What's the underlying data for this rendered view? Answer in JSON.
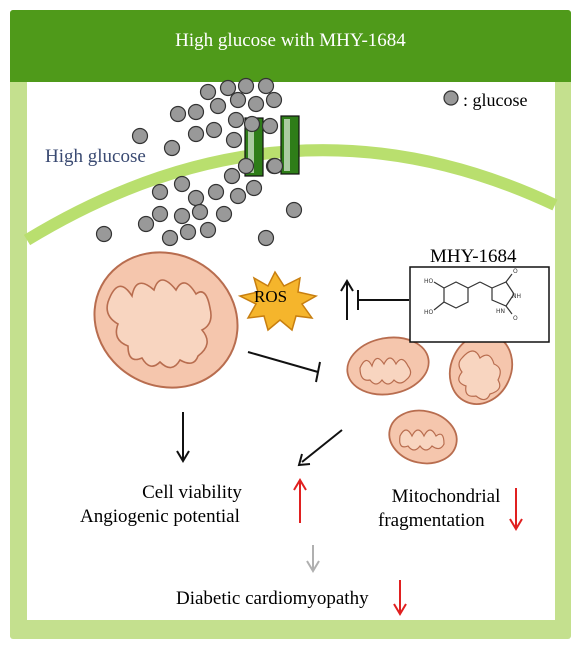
{
  "header": {
    "title": "High glucose with MHY-1684"
  },
  "labels": {
    "high_glucose": "High glucose",
    "glucose_legend": ": glucose",
    "mhy": "MHY-1684",
    "ros": "ROS",
    "cell_viability": "Cell viability",
    "angiogenic": "Angiogenic   potential",
    "mito_line1": "Mitochondrial",
    "mito_line2": "fragmentation",
    "diabetic": "Diabetic cardiomyopathy"
  },
  "colors": {
    "header": "#4f9a1a",
    "background": "#c4e08e",
    "membrane": "#b9df6e",
    "glucose": "#999999",
    "mito_fill": "#f5c6ad",
    "mito_stroke": "#b86d4f",
    "ros_burst": "#f5b52c",
    "up_arrow": "#e02020",
    "grey_arrow": "#b0b0b0"
  }
}
